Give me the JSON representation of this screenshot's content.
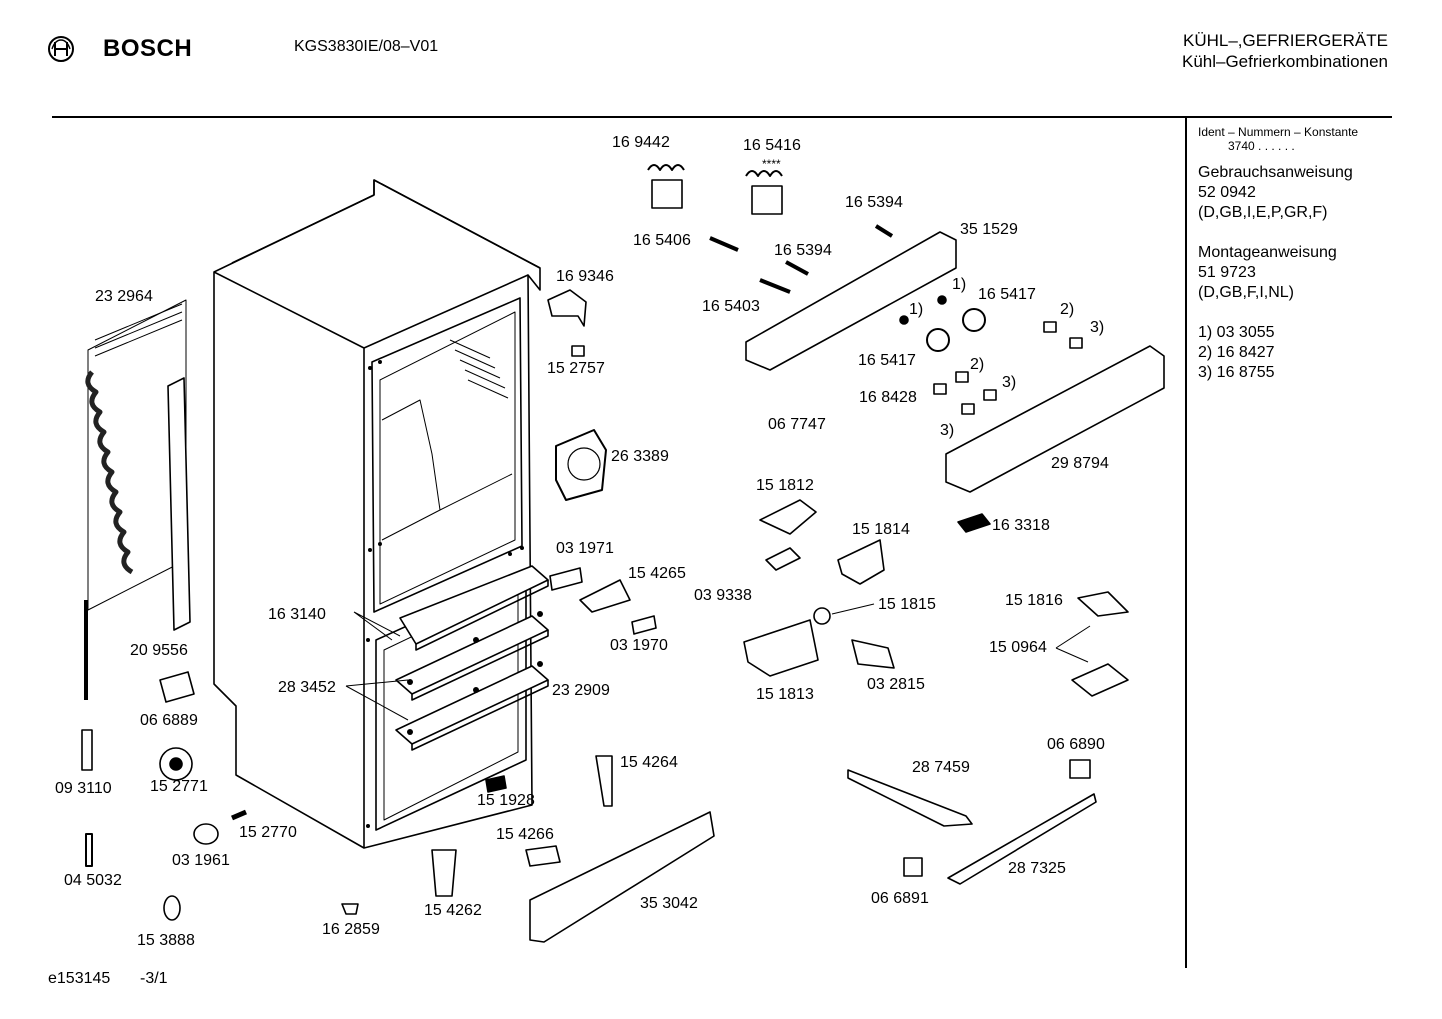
{
  "header": {
    "brand": "BOSCH",
    "model": "KGS3830IE/08–V01",
    "category_line1": "KÜHL–,GEFRIERGERÄTE",
    "category_line2": "Kühl–Gefrierkombinationen",
    "logo_icon": "bosch-armature-icon"
  },
  "sidebar": {
    "ident_label": "Ident – Nummern – Konstante",
    "ident_value": "3740  .  .  .  .  .  .",
    "manual_title": "Gebrauchsanweisung",
    "manual_number": "52 0942",
    "manual_langs": "(D,GB,I,E,P,GR,F)",
    "install_title": "Montageanweisung",
    "install_number": "51 9723",
    "install_langs": "(D,GB,F,I,NL)",
    "notes": [
      "1)  03 3055",
      "2)  16 8427",
      "3)  16 8755"
    ]
  },
  "parts": [
    {
      "id": "p1",
      "label": "16 9442"
    },
    {
      "id": "p2",
      "label": "16 5416"
    },
    {
      "id": "p2s",
      "label": "****"
    },
    {
      "id": "p3",
      "label": "16 5394"
    },
    {
      "id": "p4",
      "label": "35 1529"
    },
    {
      "id": "p5",
      "label": "16 5406"
    },
    {
      "id": "p6",
      "label": "16 5394"
    },
    {
      "id": "p7",
      "label": "16 9346"
    },
    {
      "id": "p8",
      "label": "23 2964"
    },
    {
      "id": "p9",
      "label": "16 5403"
    },
    {
      "id": "p10",
      "label": "1)"
    },
    {
      "id": "p11",
      "label": "16 5417"
    },
    {
      "id": "p12",
      "label": "1)"
    },
    {
      "id": "p13",
      "label": "2)"
    },
    {
      "id": "p14",
      "label": "3)"
    },
    {
      "id": "p15",
      "label": "15 2757"
    },
    {
      "id": "p16",
      "label": "16 5417"
    },
    {
      "id": "p17",
      "label": "2)"
    },
    {
      "id": "p18",
      "label": "16 8428"
    },
    {
      "id": "p19",
      "label": "3)"
    },
    {
      "id": "p20",
      "label": "06 7747"
    },
    {
      "id": "p21",
      "label": "3)"
    },
    {
      "id": "p22",
      "label": "26 3389"
    },
    {
      "id": "p23",
      "label": "29 8794"
    },
    {
      "id": "p24",
      "label": "15 1812"
    },
    {
      "id": "p25",
      "label": "15 1814"
    },
    {
      "id": "p26",
      "label": "16 3318"
    },
    {
      "id": "p27",
      "label": "03 1971"
    },
    {
      "id": "p28",
      "label": "15 4265"
    },
    {
      "id": "p29",
      "label": "03 9338"
    },
    {
      "id": "p30",
      "label": "15 1815"
    },
    {
      "id": "p31",
      "label": "15 1816"
    },
    {
      "id": "p32",
      "label": "16 3140"
    },
    {
      "id": "p33",
      "label": "03 1970"
    },
    {
      "id": "p34",
      "label": "15 0964"
    },
    {
      "id": "p35",
      "label": "20 9556"
    },
    {
      "id": "p36",
      "label": "28 3452"
    },
    {
      "id": "p37",
      "label": "15 1813"
    },
    {
      "id": "p38",
      "label": "03 2815"
    },
    {
      "id": "p39",
      "label": "23 2909"
    },
    {
      "id": "p40",
      "label": "06 6889"
    },
    {
      "id": "p41",
      "label": "06 6890"
    },
    {
      "id": "p42",
      "label": "15 4264"
    },
    {
      "id": "p43",
      "label": "28 7459"
    },
    {
      "id": "p44",
      "label": "09 3110"
    },
    {
      "id": "p45",
      "label": "15 2771"
    },
    {
      "id": "p46",
      "label": "15 1928"
    },
    {
      "id": "p47",
      "label": "15 2770"
    },
    {
      "id": "p48",
      "label": "15 4266"
    },
    {
      "id": "p49",
      "label": "03 1961"
    },
    {
      "id": "p50",
      "label": "28 7325"
    },
    {
      "id": "p51",
      "label": "04 5032"
    },
    {
      "id": "p52",
      "label": "35 3042"
    },
    {
      "id": "p53",
      "label": "06 6891"
    },
    {
      "id": "p54",
      "label": "15 4262"
    },
    {
      "id": "p55",
      "label": "16 2859"
    },
    {
      "id": "p56",
      "label": "15 3888"
    }
  ],
  "footer": {
    "code": "e153145",
    "page": "-3/1"
  }
}
